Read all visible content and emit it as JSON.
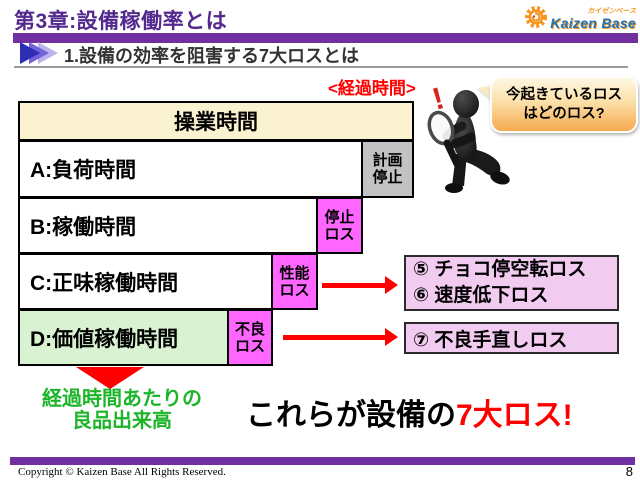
{
  "header": {
    "title": "第3章:設備稼働率とは",
    "logo": {
      "jp_text": "カイゼンベース",
      "en_text": "Kaizen Base"
    }
  },
  "subtitle": "1.設備の効率を阻害する7大ロスとは",
  "elapsed_time_label": "<経過時間>",
  "mascot": {
    "exclamation": "!",
    "bubble_line1": "今起きているロス",
    "bubble_line2": "はどのロス?"
  },
  "time_chart": {
    "header": "操業時間",
    "rows": [
      {
        "label": "A:負荷時間",
        "loss_line1": "計画",
        "loss_line2": "停止"
      },
      {
        "label": "B:稼働時間",
        "loss_line1": "停止",
        "loss_line2": "ロス"
      },
      {
        "label": "C:正味稼働時間",
        "loss_line1": "性能",
        "loss_line2": "ロス"
      },
      {
        "label": "D:価値稼働時間",
        "loss_line1": "不良",
        "loss_line2": "ロス"
      }
    ]
  },
  "loss_boxes": {
    "box56_line1": "⑤ チョコ停空転ロス",
    "box56_line2": "⑥ 速度低下ロス",
    "box7": "⑦ 不良手直しロス"
  },
  "output_label": {
    "line1": "経過時間あたりの",
    "line2": "良品出来高"
  },
  "conclusion": {
    "prefix": "これらが設備の",
    "highlight": "7大ロス!"
  },
  "footer": {
    "copyright": "Copyright ©  Kaizen Base  All Rights Reserved.",
    "page_number": "8"
  },
  "icons": {
    "logo_mark": "gear-icon",
    "subtitle_marker": "triple-chevron-right-icon",
    "mascot_figure": "person-with-magnifying-glass"
  },
  "colors": {
    "title_text": "#53298E",
    "accent_bar": "#7030A0",
    "table_header_bg": "#FBF2D1",
    "planned_stop_bg": "#C2C2C2",
    "loss_cell_bg": "#FF66FF",
    "value_time_bg": "#D9F3D2",
    "loss_box_bg": "#F2CBF1",
    "green_text": "#1CB52A",
    "red": "#FF0000",
    "logo_blue": "#1B75BE",
    "logo_orange": "#F7941D"
  }
}
